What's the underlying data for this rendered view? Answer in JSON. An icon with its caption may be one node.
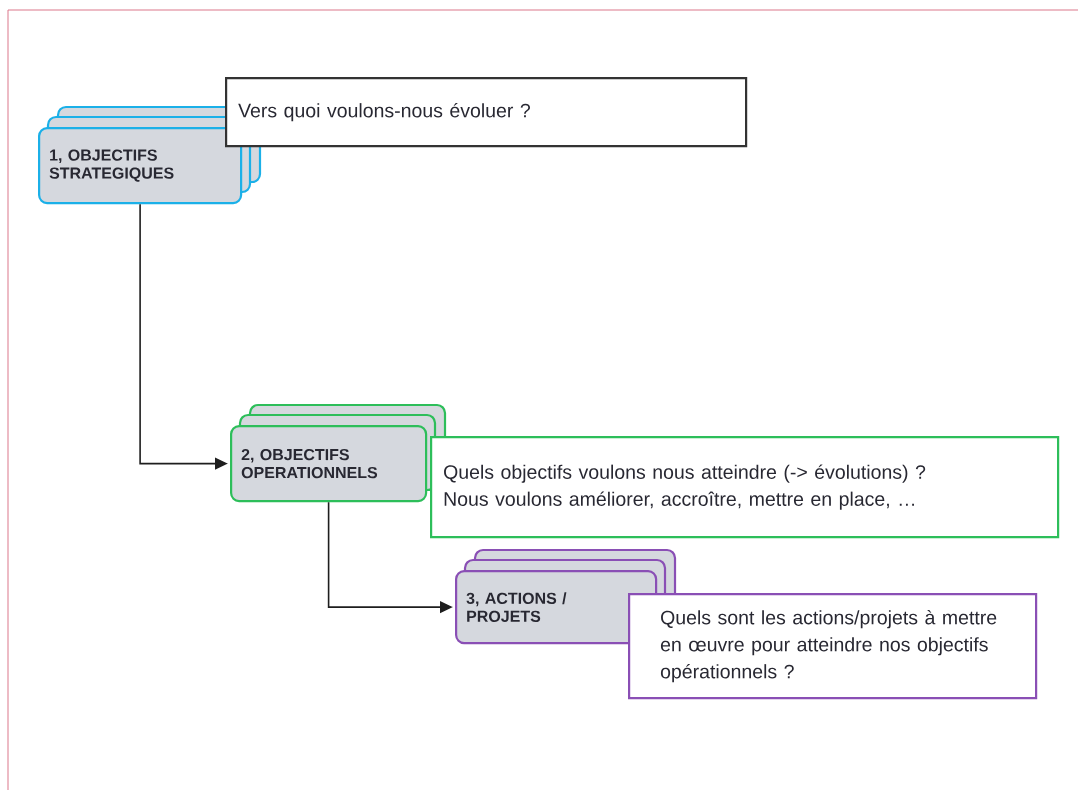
{
  "diagram": {
    "nodes": [
      {
        "text": [
          "1, OBJECTIFS STRATEGIQUES"
        ]
      },
      {
        "text": [
          "Vers quoi voulons-nous évoluer ?"
        ]
      },
      {
        "text": [
          "2, OBJECTIFS OPERATIONNELS"
        ]
      },
      {
        "text": [
          "Quels objectifs voulons nous atteindre (-> évolutions) ?",
          "Nous voulons améliorer, accroître, mettre en place, …"
        ]
      },
      {
        "text": [
          "3, ACTIONS / PROJETS"
        ]
      },
      {
        "text": [
          "Quels sont les actions/projets à mettre en œuvre pour atteindre nos objectifs opérationnels ?"
        ]
      }
    ],
    "edges": [
      {
        "from": 0,
        "to": 2,
        "arrow": "to"
      },
      {
        "from": 2,
        "to": 4,
        "arrow": "to"
      }
    ]
  }
}
